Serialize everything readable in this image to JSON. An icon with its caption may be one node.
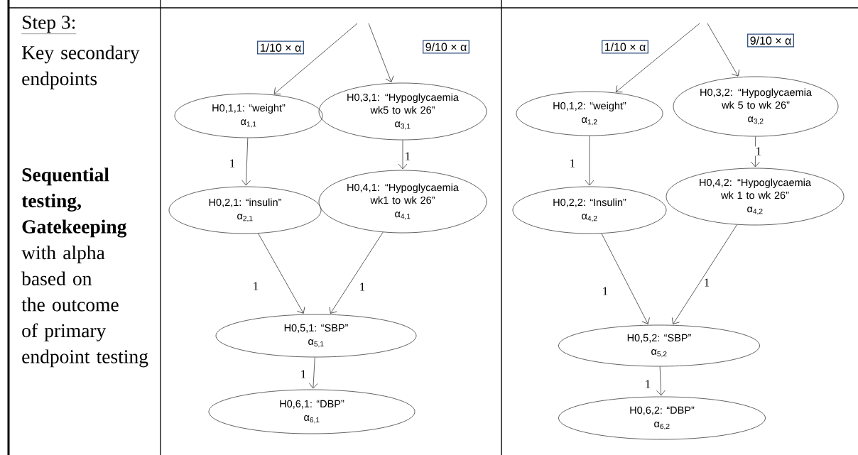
{
  "diagram": {
    "nodes": [
      {
        "text": [
          "H0,1,1: “weight”",
          "α$_{1,1}$"
        ]
      },
      {
        "text": [
          "H0,3,1: “Hypoglycaemia wk5 to wk 26”",
          "α$_{3,1}$"
        ]
      },
      {
        "text": [
          "H0,2,1: “insulin”",
          "α$_{2,1}$"
        ]
      },
      {
        "text": [
          "H0,4,1: “Hypoglycaemia wk1 to wk 26”",
          "α$_{4,1}$"
        ]
      },
      {
        "text": [
          "H0,5,1: “SBP”",
          "α$_{5,1}$"
        ]
      },
      {
        "text": [
          "H0,6,1: “DBP”",
          "α$_{6,1}$"
        ]
      },
      {
        "text": [
          "H0,1,2: “weight”",
          "α$_{1,2}$"
        ]
      },
      {
        "text": [
          "H0,3,2: “Hypoglycaemia wk 5 to wk 26”",
          "α$_{3,2}$"
        ]
      },
      {
        "text": [
          "H0,2,2: “Insulin”",
          "α$_{4,2}$"
        ]
      },
      {
        "text": [
          "H0,4,2: “Hypoglycaemia wk 1 to wk 26”",
          "α$_{4,2}$"
        ]
      },
      {
        "text": [
          "H0,5,2: “SBP”",
          "α$_{5,2}$"
        ]
      },
      {
        "text": [
          "H0,6,2: “DBP”",
          "α$_{6,2}$"
        ]
      }
    ],
    "edges": [
      {
        "from": null,
        "to": 0,
        "arrow": "to",
        "label": "1/10 × α"
      },
      {
        "from": null,
        "to": 1,
        "arrow": "to",
        "label": "9/10 × α"
      },
      {
        "from": 0,
        "to": 2,
        "arrow": "to",
        "label": "1"
      },
      {
        "from": 1,
        "to": 3,
        "arrow": "to",
        "label": "1"
      },
      {
        "from": 2,
        "to": 4,
        "arrow": "to",
        "label": "1"
      },
      {
        "from": 3,
        "to": 4,
        "arrow": "to",
        "label": "1"
      },
      {
        "from": 4,
        "to": 5,
        "arrow": "to",
        "label": "1"
      },
      {
        "from": null,
        "to": 6,
        "arrow": "to",
        "label": "1/10 × α"
      },
      {
        "from": null,
        "to": 7,
        "arrow": "to",
        "label": "9/10 × α"
      },
      {
        "from": 6,
        "to": 8,
        "arrow": "to",
        "label": "1"
      },
      {
        "from": 7,
        "to": 9,
        "arrow": "to",
        "label": "1"
      },
      {
        "from": 8,
        "to": 10,
        "arrow": "to",
        "label": "1"
      },
      {
        "from": 9,
        "to": 10,
        "arrow": "to",
        "label": "1"
      },
      {
        "from": 10,
        "to": 11,
        "arrow": "to",
        "label": "1"
      }
    ],
    "labels": [
      "Step 3:",
      "Key secondary endpoints",
      "**Sequential testing, Gatekeeping** with alpha based on the outcome of primary endpoint testing"
    ]
  }
}
